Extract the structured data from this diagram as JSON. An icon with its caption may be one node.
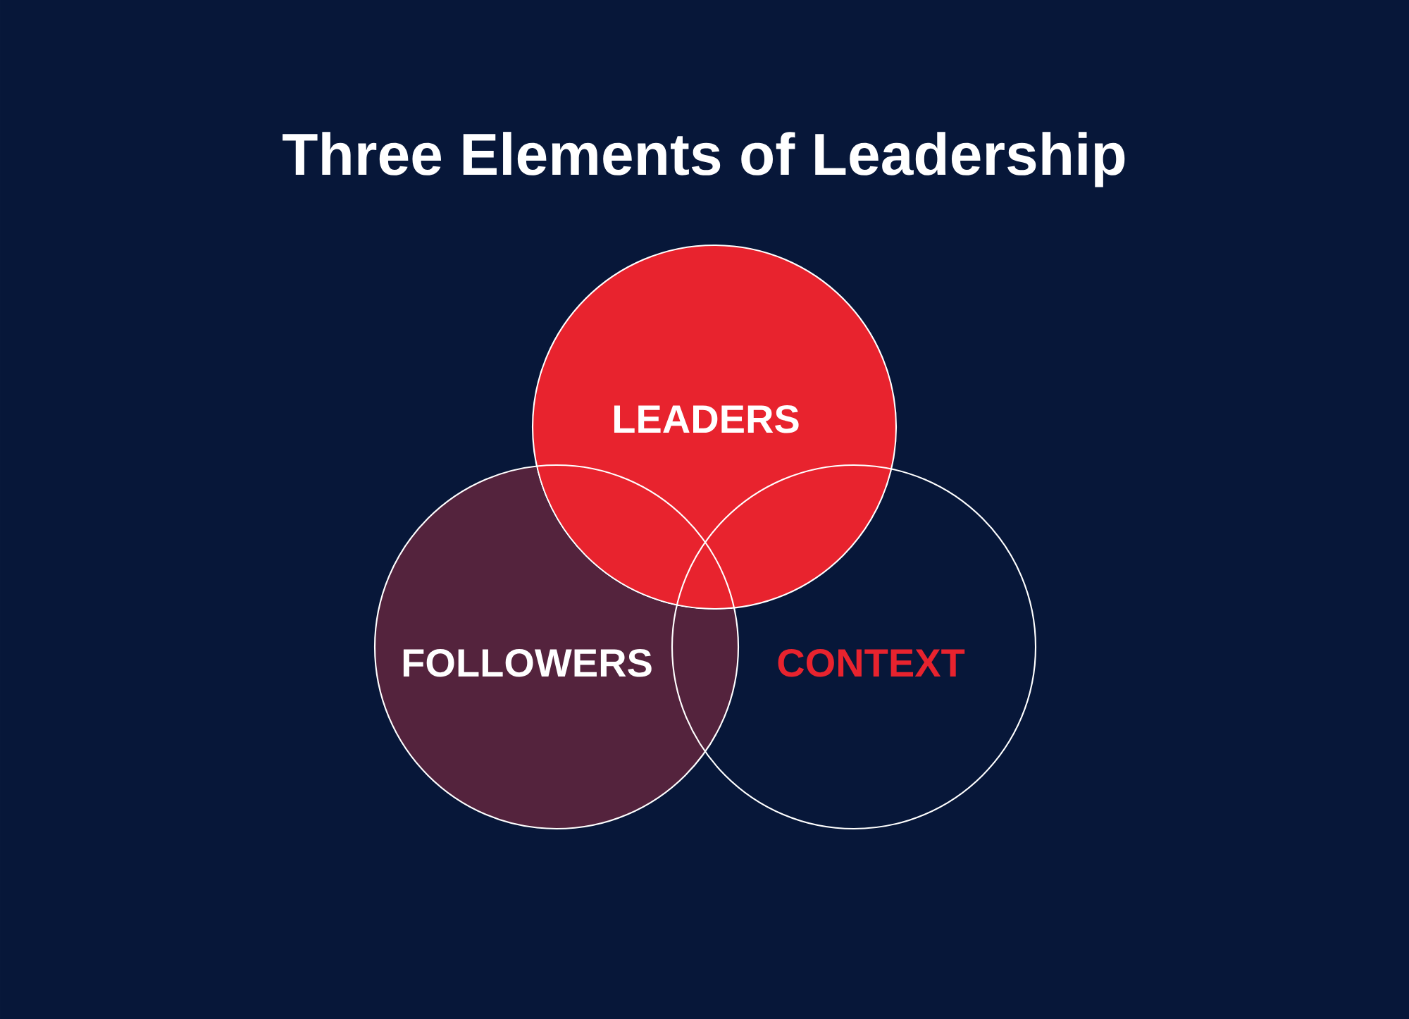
{
  "diagram": {
    "title": "Three Elements of Leadership",
    "nodes": [
      {
        "text": [
          "LEADERS"
        ]
      },
      {
        "text": [
          "FOLLOWERS"
        ]
      },
      {
        "text": [
          "CONTEXT"
        ]
      }
    ]
  }
}
